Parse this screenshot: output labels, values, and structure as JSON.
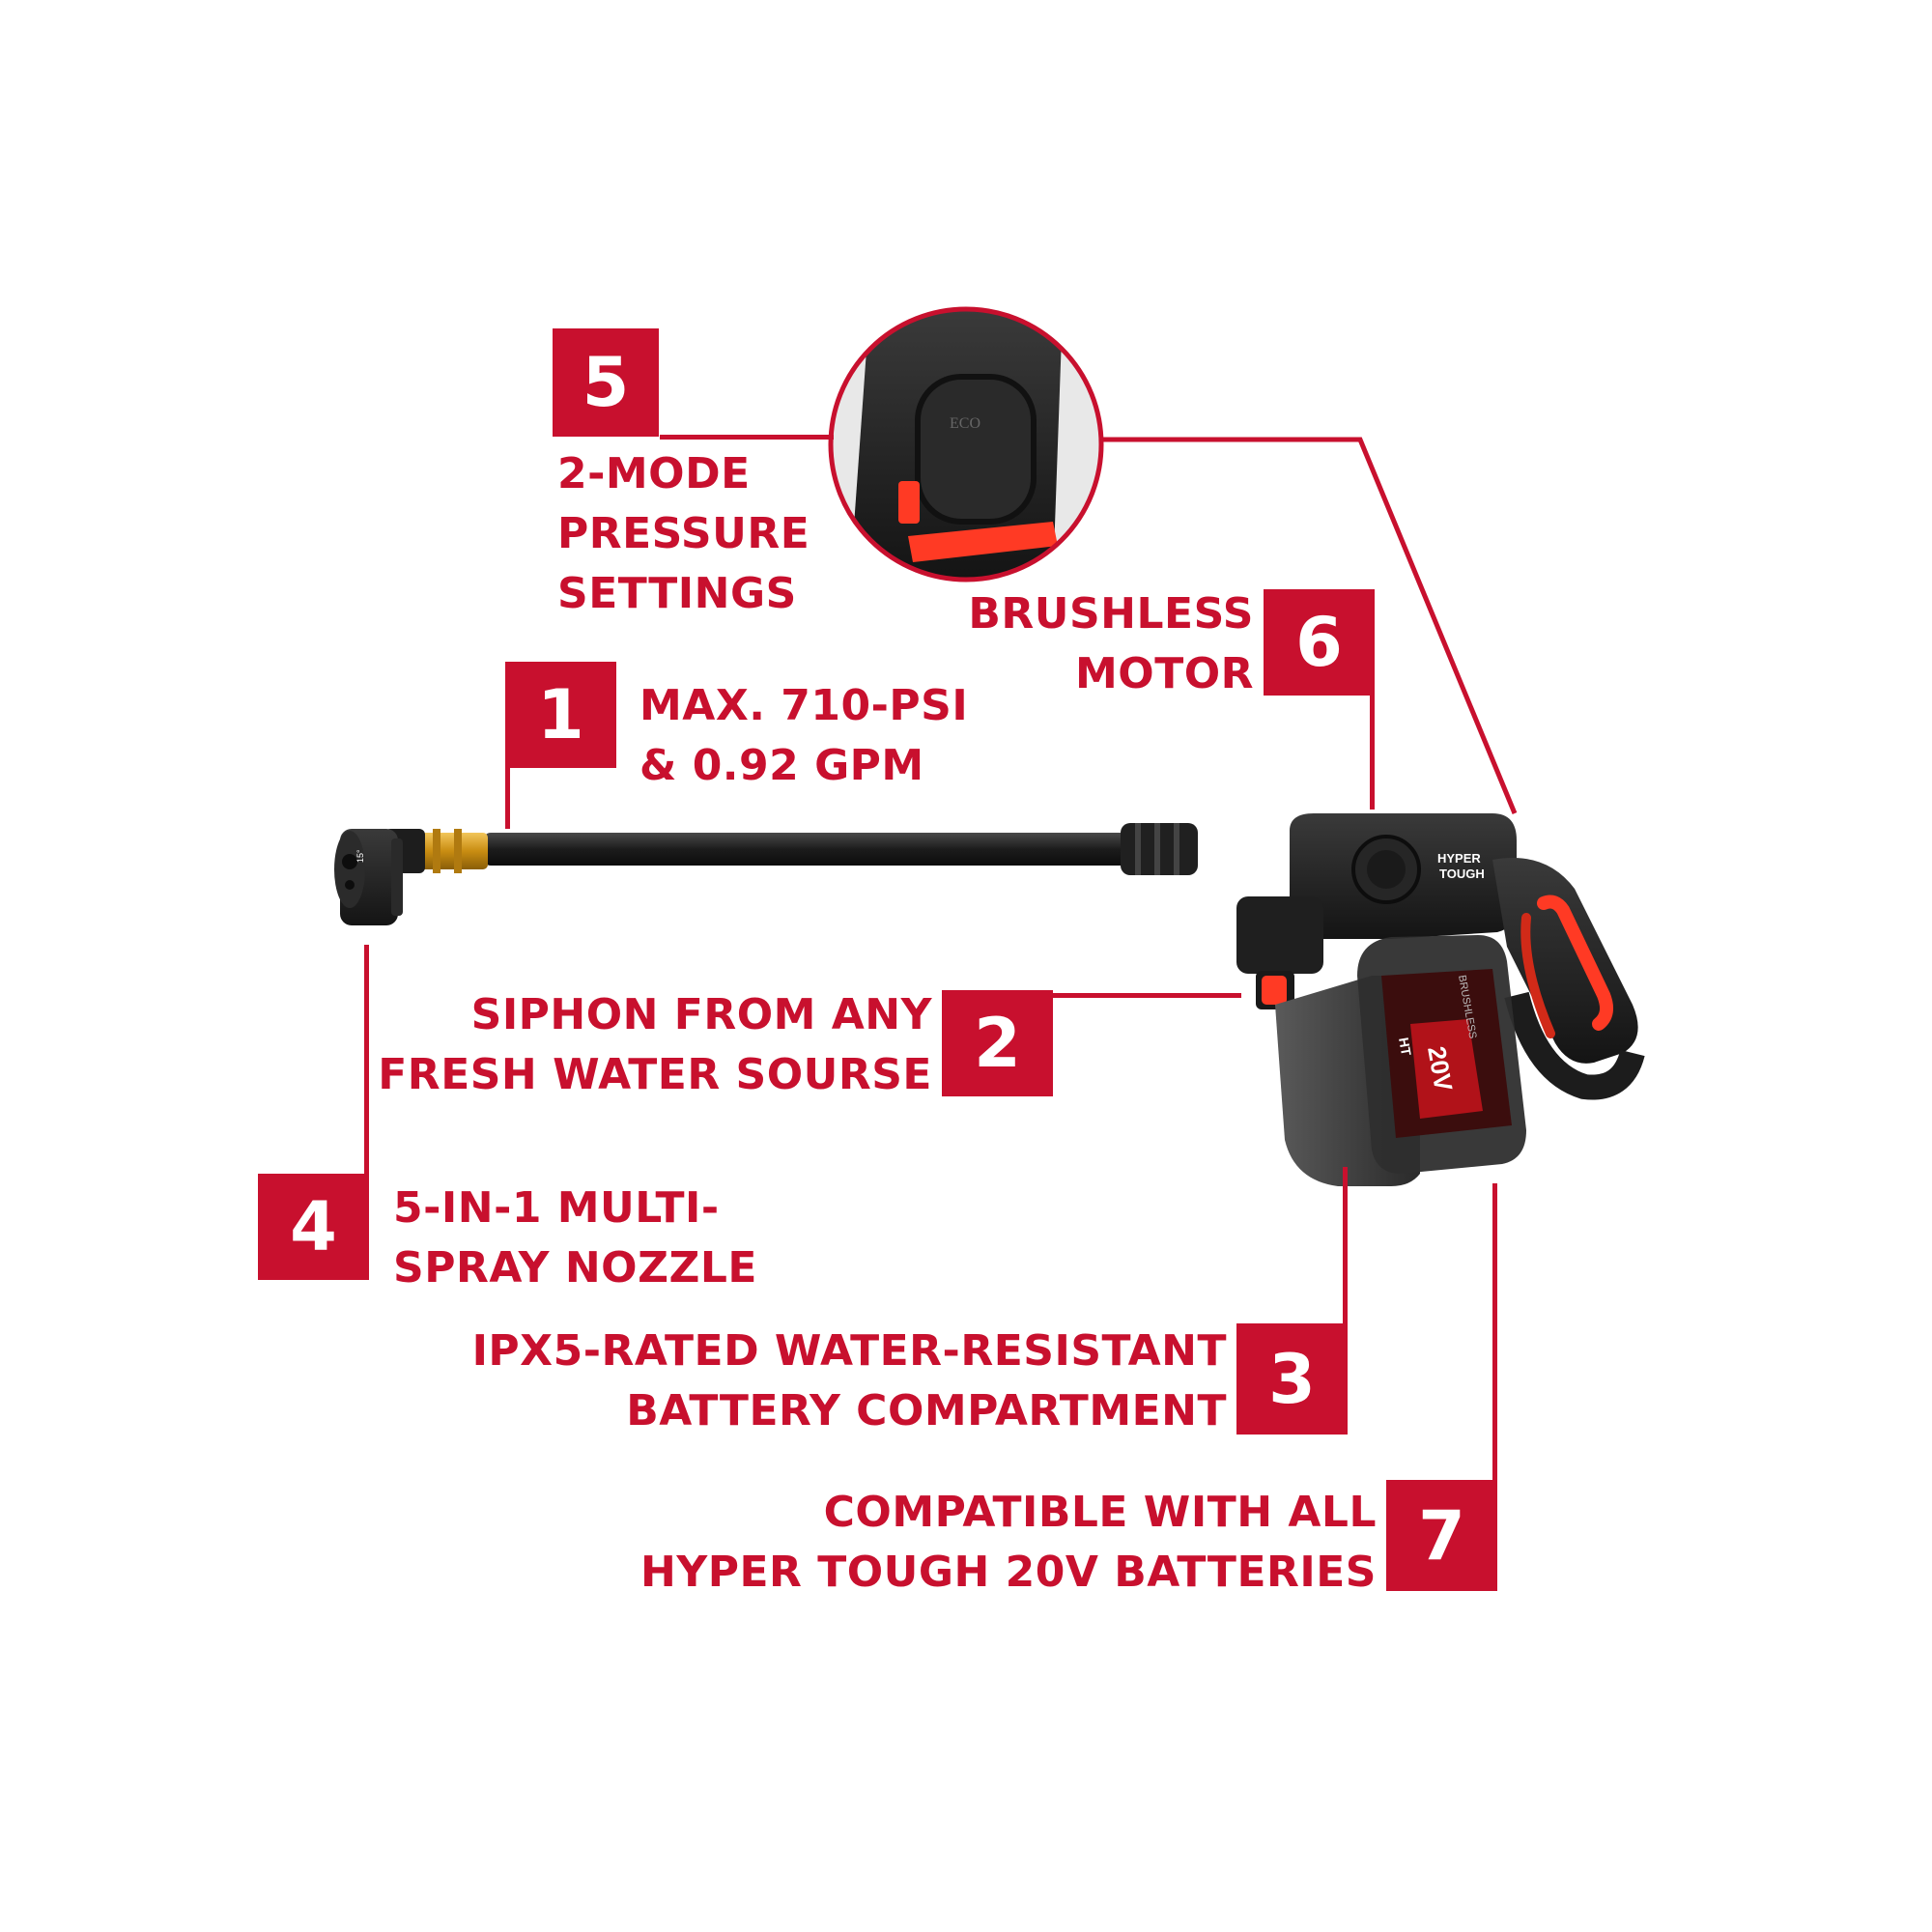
{
  "colors": {
    "accent": "#c8102e",
    "tool_body": "#1e1e1e",
    "tool_accent": "#ff3a24",
    "brass": "#d9a11e"
  },
  "tool": {
    "brand_line1": "HYPER",
    "brand_line2": "TOUGH",
    "motor_tag": "BRUSHLESS",
    "battery_voltage": "20V",
    "battery_brand": "HT",
    "nozzle_mark": "15°",
    "button_text": "ECO"
  },
  "callouts": [
    {
      "number": "1",
      "lines": [
        "MAX. 710-PSI",
        "& 0.92 GPM"
      ]
    },
    {
      "number": "2",
      "lines": [
        "SIPHON FROM ANY",
        "FRESH WATER SOURSE"
      ]
    },
    {
      "number": "3",
      "lines": [
        "IPX5-RATED WATER-RESISTANT",
        "BATTERY COMPARTMENT"
      ]
    },
    {
      "number": "4",
      "lines": [
        "5-IN-1 MULTI-",
        "SPRAY NOZZLE"
      ]
    },
    {
      "number": "5",
      "lines": [
        "2-MODE",
        "PRESSURE",
        "SETTINGS"
      ]
    },
    {
      "number": "6",
      "lines": [
        "BRUSHLESS",
        "MOTOR"
      ]
    },
    {
      "number": "7",
      "lines": [
        "COMPATIBLE WITH ALL",
        "HYPER TOUGH 20V BATTERIES"
      ]
    }
  ]
}
